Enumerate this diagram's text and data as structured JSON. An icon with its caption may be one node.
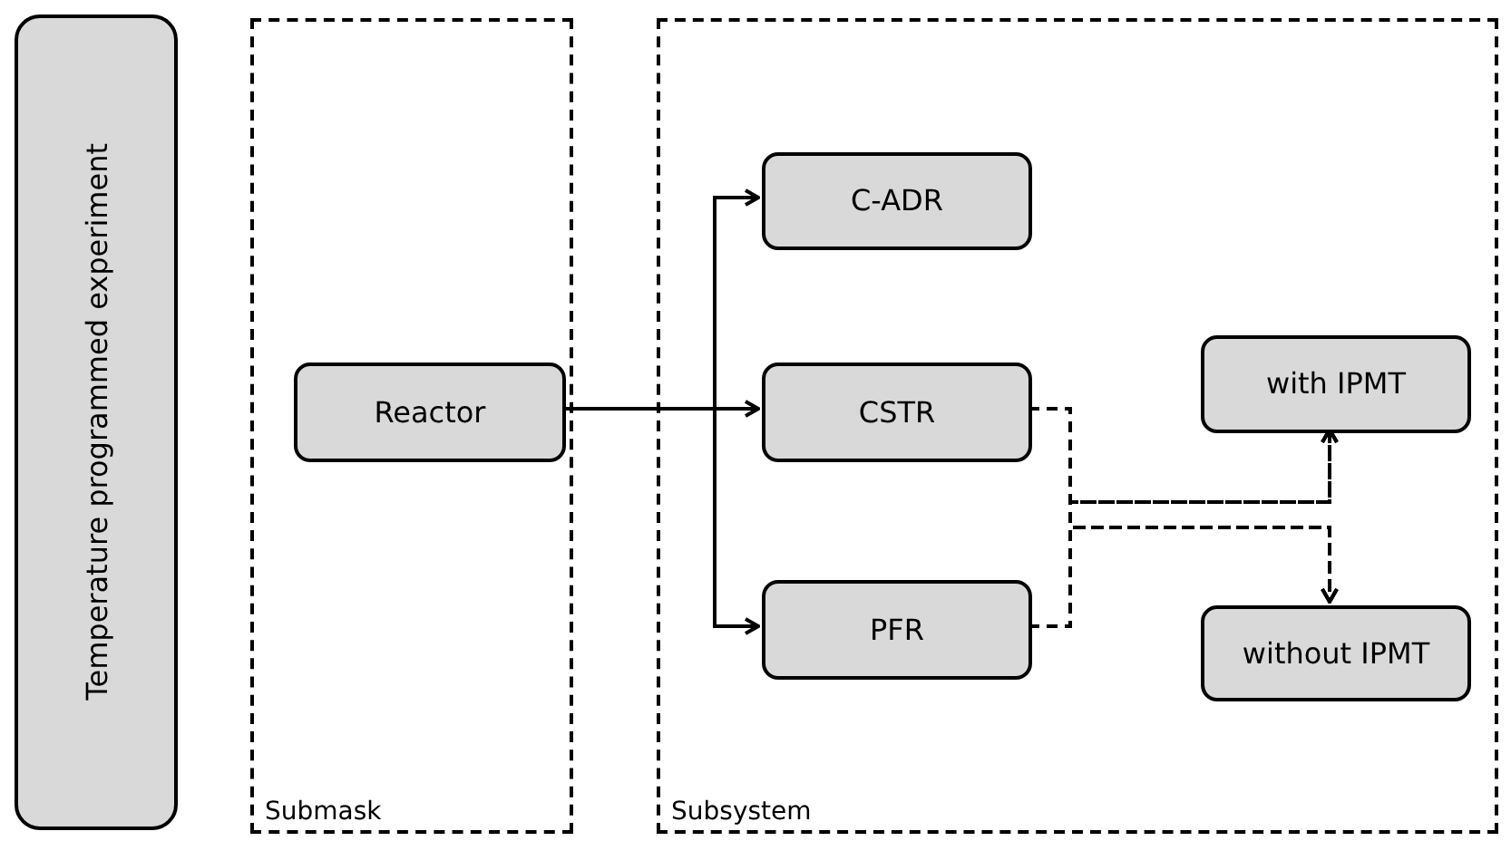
{
  "diagram": {
    "nodes": [
      {
        "text": [
          "Temperature programmed experiment"
        ]
      },
      {
        "text": [
          "Submask"
        ]
      },
      {
        "text": [
          "Reactor"
        ],
        "in": 1
      },
      {
        "text": [
          "Subsystem"
        ]
      },
      {
        "text": [
          "C-ADR"
        ],
        "in": 3
      },
      {
        "text": [
          "CSTR"
        ],
        "in": 3
      },
      {
        "text": [
          "PFR"
        ],
        "in": 3
      },
      {
        "text": [
          "with IPMT"
        ],
        "in": 3
      },
      {
        "text": [
          "without IPMT"
        ],
        "in": 3
      }
    ],
    "edges": [
      {
        "from": 2,
        "to": 4,
        "arrow": "to"
      },
      {
        "from": 2,
        "to": 5,
        "arrow": "to"
      },
      {
        "from": 2,
        "to": 6,
        "arrow": "to"
      },
      {
        "from": 5,
        "to": 7,
        "arrow": "to",
        "style": "dashed"
      },
      {
        "from": 5,
        "to": 8,
        "arrow": "to",
        "style": "dashed"
      },
      {
        "from": 6,
        "to": 7,
        "arrow": "to",
        "style": "dashed"
      },
      {
        "from": 6,
        "to": 8,
        "arrow": "to",
        "style": "dashed"
      }
    ]
  }
}
